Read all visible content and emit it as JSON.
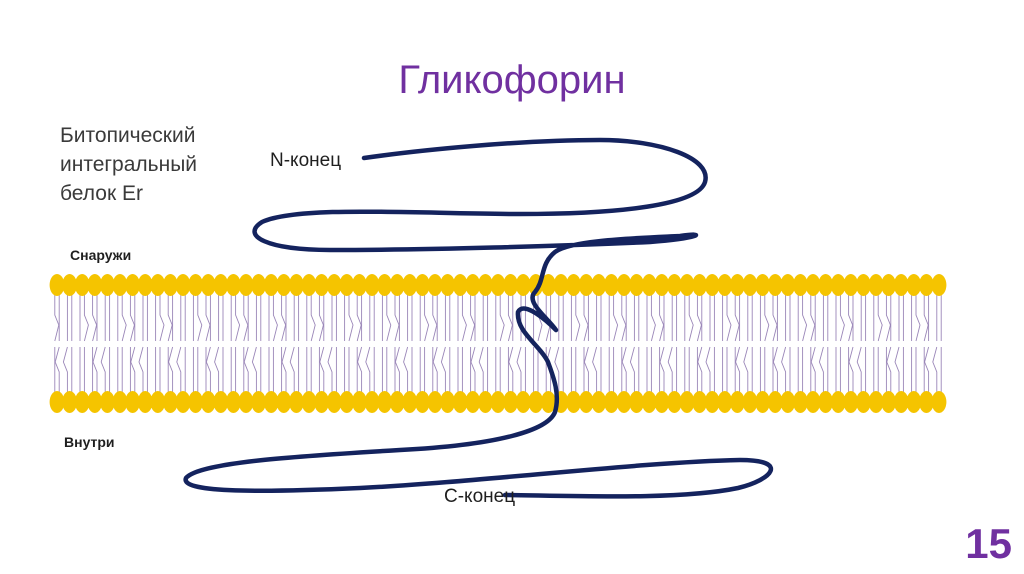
{
  "title": "Гликофорин",
  "description": [
    "Битопический",
    "интегральный",
    "белок Er"
  ],
  "labels": {
    "outside": "Снаружи",
    "inside": "Внутри",
    "n_terminus": "N-конец",
    "c_terminus": "С-конец"
  },
  "page_number": "15",
  "colors": {
    "title": "#7030a0",
    "lipid_head": "#f5c400",
    "lipid_tail": "#9a86b8",
    "protein_chain": "#14235e",
    "page_number": "#7030a0"
  }
}
